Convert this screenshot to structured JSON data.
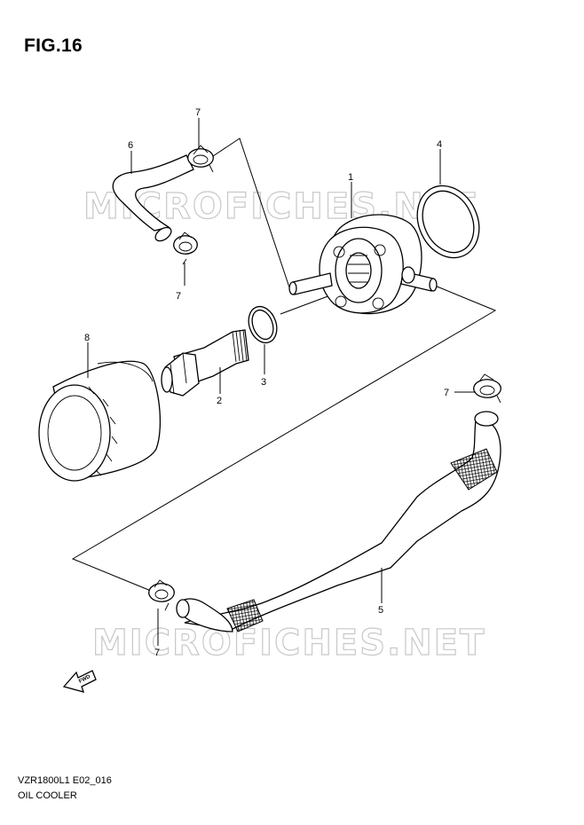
{
  "figure": {
    "title": "FIG.16"
  },
  "watermark": "MICROFICHES.NET",
  "footer": {
    "code": "VZR1800L1 E02_016",
    "name": "OIL COOLER"
  },
  "fwd_label": "FWD",
  "callouts": {
    "c1": "1",
    "c2": "2",
    "c3": "3",
    "c4": "4",
    "c5": "5",
    "c6": "6",
    "c7a": "7",
    "c7b": "7",
    "c7c": "7",
    "c7d": "7",
    "c8": "8"
  },
  "colors": {
    "line": "#000000",
    "watermark": "#c8c8c8",
    "background": "#ffffff"
  }
}
